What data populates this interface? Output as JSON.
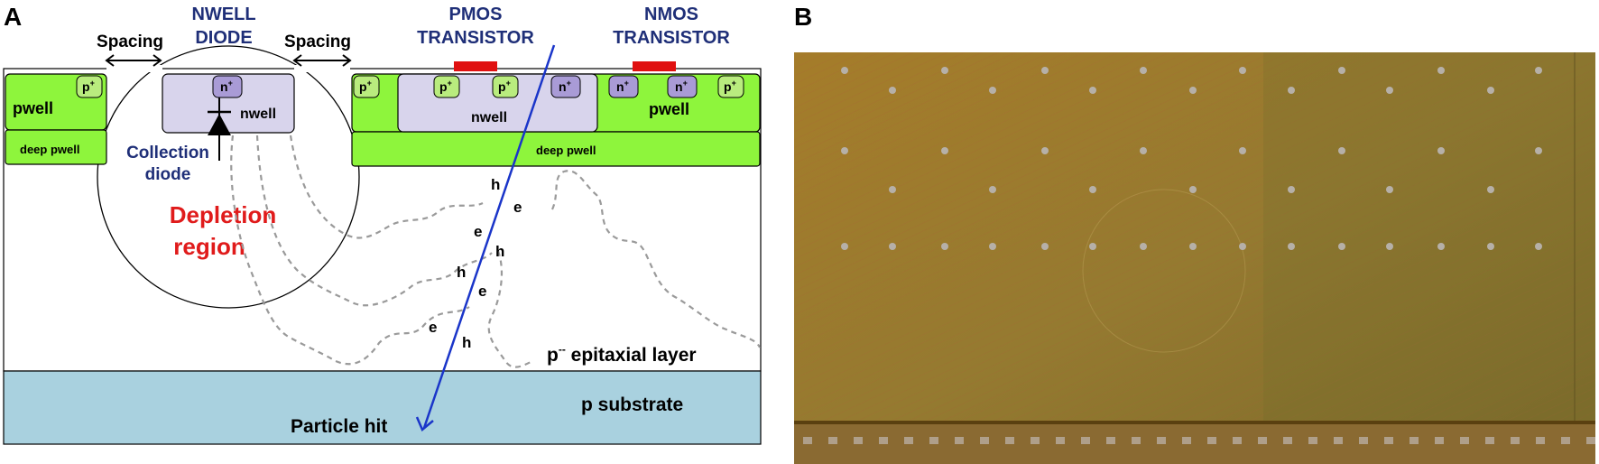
{
  "panels": {
    "a": {
      "letter": "A"
    },
    "b": {
      "letter": "B"
    }
  },
  "labels": {
    "nwell_diode_l1": "NWELL",
    "nwell_diode_l2": "DIODE",
    "pmos_l1": "PMOS",
    "pmos_l2": "TRANSISTOR",
    "nmos_l1": "NMOS",
    "nmos_l2": "TRANSISTOR",
    "spacing_left": "Spacing",
    "spacing_right": "Spacing",
    "pwell": "pwell",
    "deep_pwell": "deep pwell",
    "nwell": "nwell",
    "collection_l1": "Collection",
    "collection_l2": "diode",
    "depletion_l1": "Depletion",
    "depletion_l2": "region",
    "epitaxial_p": "p",
    "epitaxial_sup": "--",
    "epitaxial_rest": " epitaxial layer",
    "substrate": "p substrate",
    "particle_hit": "Particle hit",
    "p_plus": "p",
    "n_plus": "n",
    "plus": "+",
    "hole": "h",
    "electron": "e"
  },
  "colors": {
    "title_blue": "#1f2f78",
    "depletion_red": "#e01b1b",
    "well_green": "#8ef53c",
    "nwell_lavender": "#d8d4ec",
    "n_plus_purple": "#a99bd6",
    "p_plus_green": "#b9ec7e",
    "gate_red": "#e01010",
    "substrate_blue": "#a9d1df",
    "track_blue": "#1a35c9",
    "die_gold": "#9b7a2c"
  }
}
